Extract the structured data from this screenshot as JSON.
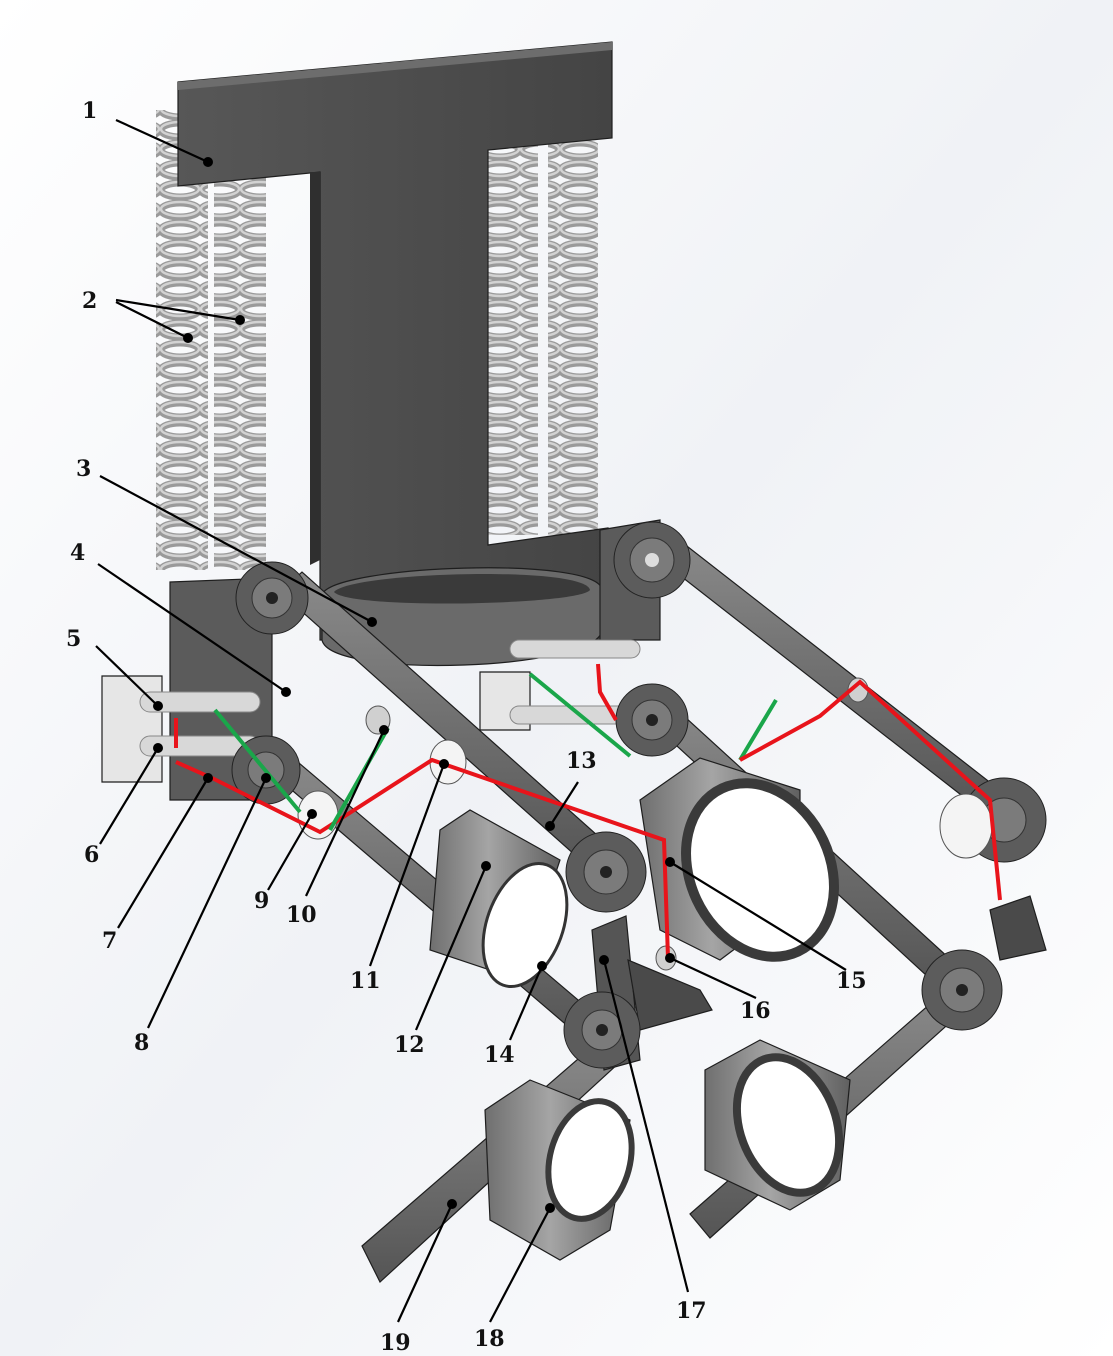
{
  "callouts": [
    {
      "id": 1,
      "text": "1"
    },
    {
      "id": 2,
      "text": "2"
    },
    {
      "id": 3,
      "text": "3"
    },
    {
      "id": 4,
      "text": "4"
    },
    {
      "id": 5,
      "text": "5"
    },
    {
      "id": 6,
      "text": "6"
    },
    {
      "id": 7,
      "text": "7"
    },
    {
      "id": 8,
      "text": "8"
    },
    {
      "id": 9,
      "text": "9"
    },
    {
      "id": 10,
      "text": "10"
    },
    {
      "id": 11,
      "text": "11"
    },
    {
      "id": 12,
      "text": "12"
    },
    {
      "id": 13,
      "text": "13"
    },
    {
      "id": 14,
      "text": "14"
    },
    {
      "id": 15,
      "text": "15"
    },
    {
      "id": 16,
      "text": "16"
    },
    {
      "id": 17,
      "text": "17"
    },
    {
      "id": 18,
      "text": "18"
    },
    {
      "id": 19,
      "text": "19"
    }
  ],
  "colors": {
    "frame": "#4a4a4a",
    "frame_light": "#7a7a7a",
    "spring": "#a7a7a7",
    "cable_red": "#e8141b",
    "cable_green": "#1aa64a",
    "pulley_white": "#f4f4f4"
  }
}
